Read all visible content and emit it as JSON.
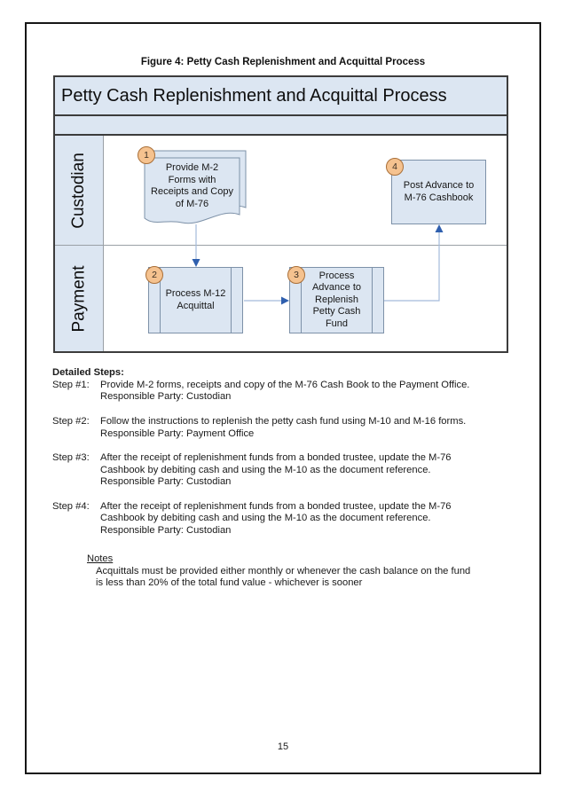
{
  "page": {
    "caption": "Figure 4: Petty Cash Replenishment and Acquittal Process",
    "page_number": "15"
  },
  "flowchart": {
    "title": "Petty Cash Replenishment and Acquittal Process",
    "lanes": [
      {
        "label": "Custodian"
      },
      {
        "label": "Payment"
      }
    ],
    "nodes": [
      {
        "number": "1",
        "type": "multi-document",
        "lines": [
          "Provide M-2",
          "Forms with",
          "Receipts and Copy",
          "of M-76"
        ]
      },
      {
        "number": "2",
        "type": "predefined-process",
        "lines": [
          "Process M-12",
          "Acquittal"
        ]
      },
      {
        "number": "3",
        "type": "predefined-process",
        "lines": [
          "Process",
          "Advance to",
          "Replenish",
          "Petty Cash",
          "Fund"
        ]
      },
      {
        "number": "4",
        "type": "process",
        "lines": [
          "Post Advance to",
          "M-76 Cashbook"
        ]
      }
    ],
    "colors": {
      "band_fill": "#dce6f2",
      "node_fill": "#dce6f2",
      "node_border": "#7d91a8",
      "frame_border": "#3c3c3c",
      "lane_divider": "#9aa0a6",
      "arrow_line": "#a3bbda",
      "arrow_head": "#2f5fae",
      "badge_fill": "#f5c28f",
      "badge_border": "#a96f38"
    }
  },
  "steps": {
    "heading": "Detailed Steps:",
    "items": [
      {
        "label": "Step #1:",
        "lines": [
          "Provide M-2 forms, receipts and copy of the M-76 Cash Book to the Payment Office.",
          "Responsible Party: Custodian"
        ]
      },
      {
        "label": "Step #2:",
        "lines": [
          "Follow the instructions to replenish the petty cash fund using M-10 and M-16 forms.",
          "Responsible Party: Payment Office"
        ]
      },
      {
        "label": "Step #3:",
        "lines": [
          "After the receipt of replenishment funds from a bonded trustee, update the M-76",
          "Cashbook by debiting cash and using the M-10 as the document reference.",
          "Responsible Party: Custodian"
        ]
      },
      {
        "label": "Step #4:",
        "lines": [
          "After the receipt of replenishment funds from a bonded trustee, update the M-76",
          "Cashbook by debiting cash and using the M-10 as the document reference.",
          "Responsible Party: Custodian"
        ]
      }
    ],
    "notes": {
      "heading": "Notes",
      "lines": [
        "Acquittals must be provided either monthly or whenever the cash balance on the fund",
        "is less than 20% of the total fund value - whichever is sooner"
      ]
    }
  }
}
